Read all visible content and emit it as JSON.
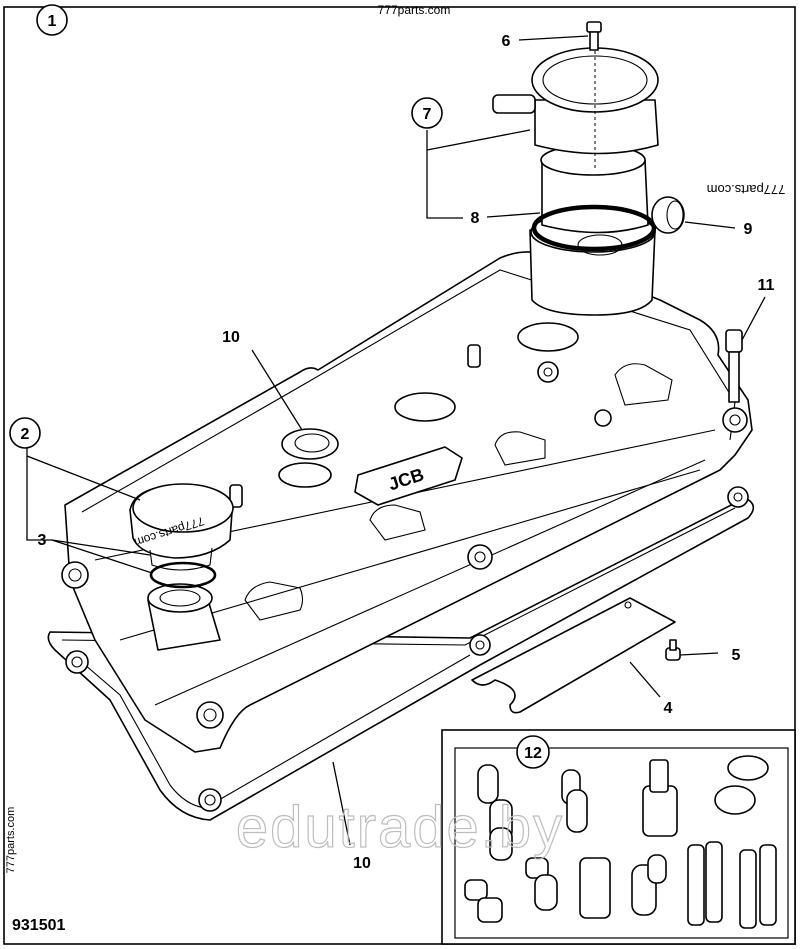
{
  "watermarks": {
    "top": "777parts.com",
    "right": "777parts.com",
    "cap": "777parts.com",
    "side": "777parts.com",
    "center": "edutrade.by"
  },
  "diagram_code": "931501",
  "callouts": {
    "c1": "1",
    "c2": "2",
    "c3": "3",
    "c4": "4",
    "c5": "5",
    "c6": "6",
    "c7": "7",
    "c8": "8",
    "c9": "9",
    "c10a": "10",
    "c10b": "10",
    "c11": "11",
    "c12": "12"
  },
  "logo_text": "JCB"
}
